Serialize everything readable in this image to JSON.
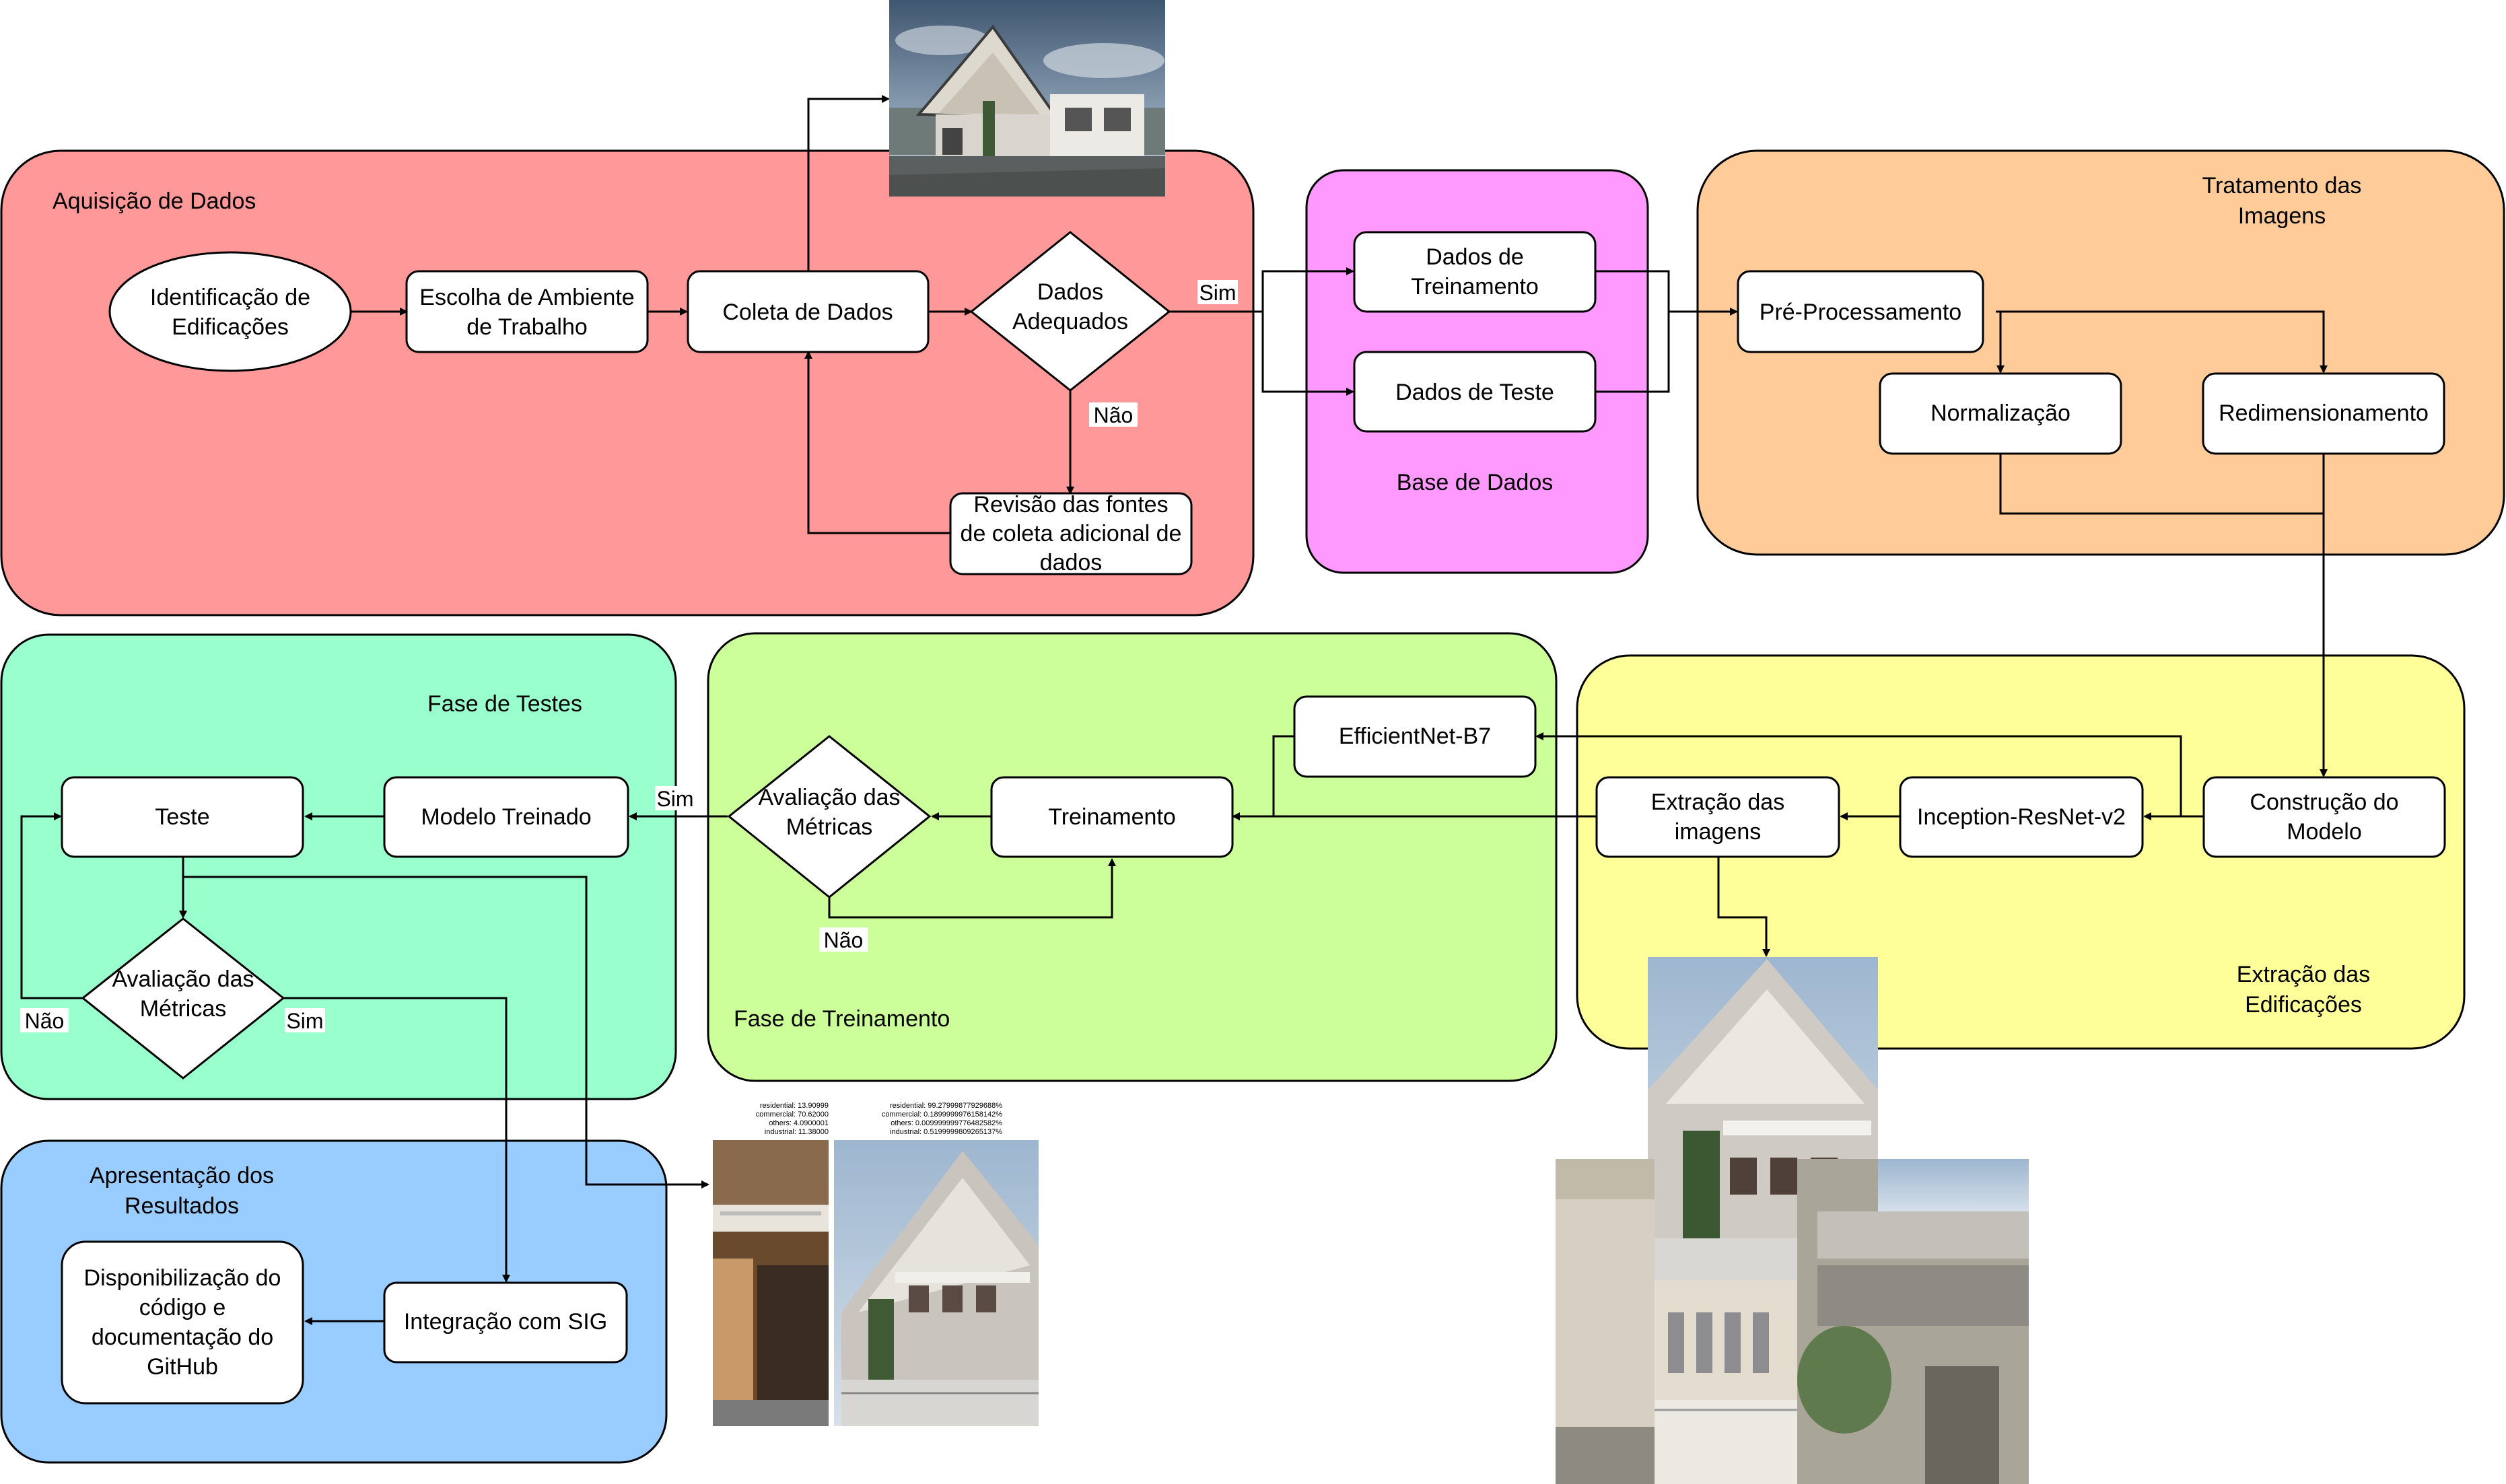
{
  "regions": {
    "aquisicao": "Aquisição de Dados",
    "base": "Base de Dados",
    "tratamento": [
      "Tratamento das",
      "Imagens"
    ],
    "extracao": [
      "Extração das",
      "Edificações"
    ],
    "treinamento": "Fase de Treinamento",
    "testes": "Fase de Testes",
    "resultados": [
      "Apresentação dos",
      "Resultados"
    ]
  },
  "colors": {
    "aquisicao": "#ff9999",
    "base": "#ff99ff",
    "tratamento": "#ffcc99",
    "extracao": "#ffff99",
    "treinamento": "#ccff99",
    "testes": "#99ffcc",
    "resultados": "#99ccff"
  },
  "nodes": {
    "identificacao": [
      "Identificação de",
      "Edificações"
    ],
    "escolha": [
      "Escolha de Ambiente",
      "de Trabalho"
    ],
    "coleta": [
      "Coleta de Dados"
    ],
    "dados_adequados": [
      "Dados",
      "Adequados"
    ],
    "revisao": [
      "Revisão das fontes",
      "de coleta adicional de",
      "dados"
    ],
    "dados_treinamento": [
      "Dados de",
      "Treinamento"
    ],
    "dados_teste": [
      "Dados de Teste"
    ],
    "pre_processamento": [
      "Pré-Processamento"
    ],
    "normalizacao": [
      "Normalização"
    ],
    "redimensionamento": [
      "Redimensionamento"
    ],
    "construcao": [
      "Construção do",
      "Modelo"
    ],
    "inception": [
      "Inception-ResNet-v2"
    ],
    "extracao_imagens": [
      "Extração das",
      "imagens"
    ],
    "efficientnet": [
      "EfficientNet-B7"
    ],
    "treinamento": [
      "Treinamento"
    ],
    "avaliacao_treino": [
      "Avaliação das",
      "Métricas"
    ],
    "modelo_treinado": [
      "Modelo Treinado"
    ],
    "teste": [
      "Teste"
    ],
    "avaliacao_teste": [
      "Avaliação das",
      "Métricas"
    ],
    "integracao": [
      "Integração com SIG"
    ],
    "disponibilizacao": [
      "Disponibilização do",
      "código e",
      "documentação do",
      "GitHub"
    ]
  },
  "edge_labels": {
    "sim_adequados": "Sim",
    "nao_adequados": "Não",
    "sim_treino": "Sim",
    "nao_treino": "Não",
    "nao_teste": "Não",
    "sim_teste": "Sim"
  },
  "prediction_labels": {
    "left": [
      "residential: 13.90999",
      "commercial: 70.62000",
      "others: 4.0900001",
      "industrial: 11.38000"
    ],
    "right": [
      "residential: 99.27999877929688%",
      "commercial: 0.1899999976158142%",
      "others: 0.009999999776482582%",
      "industrial: 0.5199999809265137%"
    ]
  }
}
